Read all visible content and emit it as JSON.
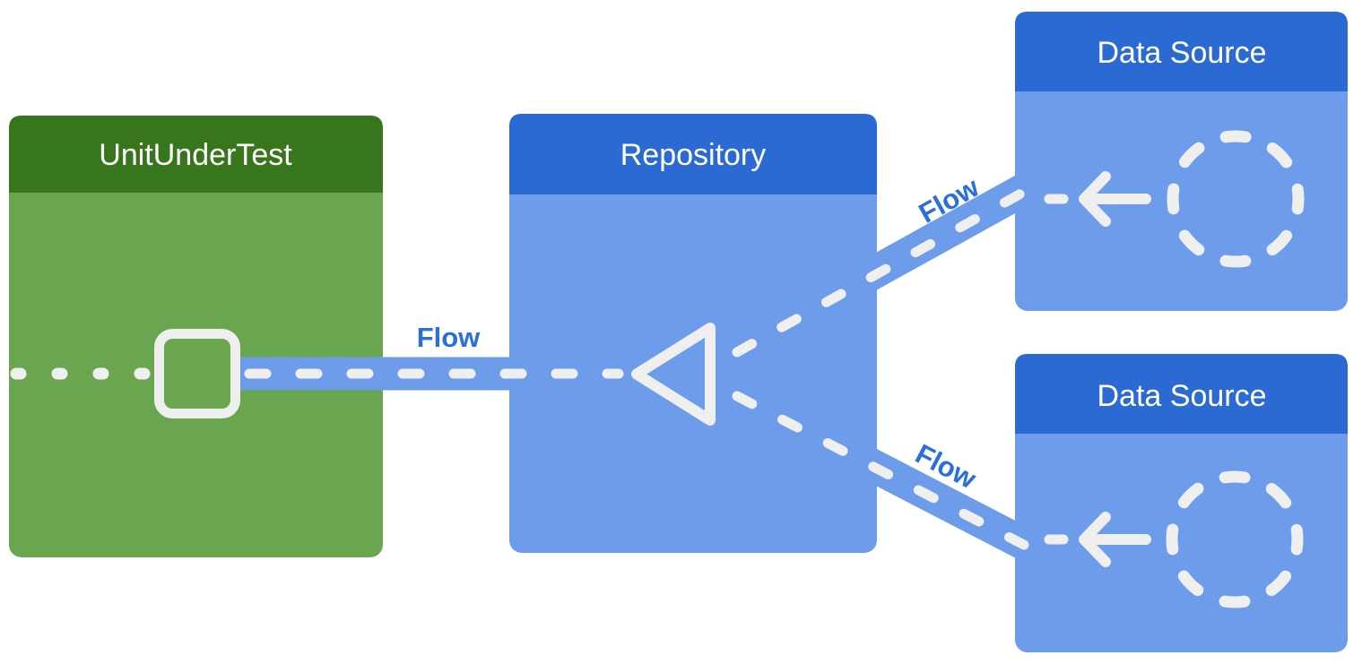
{
  "cards": {
    "unit_under_test": {
      "title": "UnitUnderTest"
    },
    "repository": {
      "title": "Repository"
    },
    "data_source_top": {
      "title": "Data Source"
    },
    "data_source_bottom": {
      "title": "Data Source"
    }
  },
  "flow_labels": {
    "main": "Flow",
    "upper": "Flow",
    "lower": "Flow"
  },
  "colors": {
    "background": "#ffffff",
    "green-header": "#37761d",
    "green-body": "#69a64f",
    "blue-header": "#2a6ad2",
    "blue-body": "#6d9ceb",
    "shape-white": "#efefef",
    "flow-text": "#2b6fd8"
  }
}
